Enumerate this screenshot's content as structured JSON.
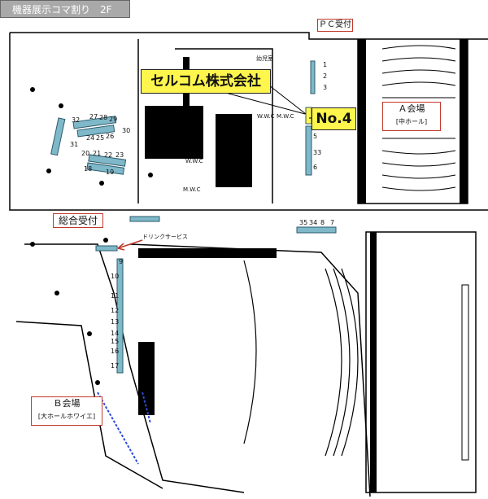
{
  "title": "機器展示コマ割り　2F",
  "callouts": {
    "company": "セルコム株式会社",
    "booth": "No.4"
  },
  "labels": {
    "pc_reception": "ＰＣ受付",
    "general_reception": "総合受付",
    "drink_service": "ドリンクサービス",
    "kids_room": "幼児室",
    "hall_a_name": "Ａ会場",
    "hall_a_sub": "[中ホール]",
    "hall_b_name": "Ｂ会場",
    "hall_b_sub": "[大ホールホワイエ]",
    "wc1": "W.W.C",
    "wc2": "M.W.C",
    "wc3": "W.W.C",
    "wc4": "M.W.C"
  },
  "booths": [
    "1",
    "2",
    "3",
    "4",
    "5",
    "33",
    "6",
    "27",
    "28",
    "29",
    "32",
    "24",
    "25",
    "26",
    "30",
    "31",
    "20",
    "21",
    "22",
    "23",
    "18",
    "19",
    "35",
    "34",
    "8",
    "7",
    "9",
    "10",
    "11",
    "12",
    "13",
    "14",
    "15",
    "16",
    "17"
  ],
  "colors": {
    "booth_fill": "#7fb9c9",
    "booth_stroke": "#2b5a6a",
    "highlight": "#fff64d",
    "wall": "#000000",
    "label_border": "#c0392b"
  }
}
